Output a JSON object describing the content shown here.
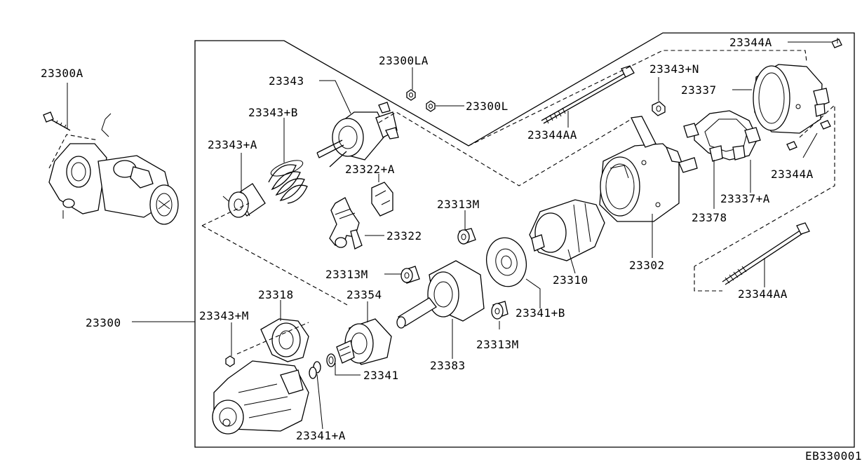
{
  "diagram": {
    "labels": {
      "l_23300A": "23300A",
      "l_23343": "23343",
      "l_23300LA": "23300LA",
      "l_23300L": "23300L",
      "l_23343B": "23343+B",
      "l_23343A": "23343+A",
      "l_23322A": "23322+A",
      "l_23322": "23322",
      "l_23313M_a": "23313M",
      "l_23313M_b": "23313M",
      "l_23313M_c": "23313M",
      "l_23318": "23318",
      "l_23354": "23354",
      "l_23343M": "23343+M",
      "l_23300": "23300",
      "l_23341": "23341",
      "l_23341A": "23341+A",
      "l_23383": "23383",
      "l_23341B": "23341+B",
      "l_23310": "23310",
      "l_23302": "23302",
      "l_23344A_top": "23344A",
      "l_23343N": "23343+N",
      "l_23337": "23337",
      "l_23344AA_mid": "23344AA",
      "l_23344A_mid": "23344A",
      "l_23337A": "23337+A",
      "l_23378": "23378",
      "l_23344AA_bot": "23344AA"
    },
    "code": "EB330001"
  }
}
